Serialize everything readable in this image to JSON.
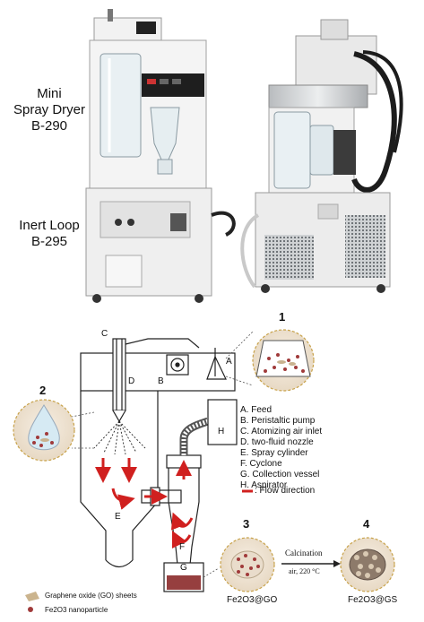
{
  "photo": {
    "dryer_label": [
      "Mini",
      "Spray Dryer",
      "B-290"
    ],
    "loop_label": [
      "Inert Loop",
      "B-295"
    ]
  },
  "diagram": {
    "part_letters": [
      "A",
      "B",
      "C",
      "D",
      "E",
      "F",
      "G",
      "H"
    ],
    "legend": [
      "A.  Feed",
      "B.  Peristaltic pump",
      "C. Atomizing air inlet",
      "D. two-fluid nozzle",
      "E.  Spray cylinder",
      "F.  Cyclone",
      "G. Collection vessel",
      "H. Aspirator",
      ": Flow direction"
    ],
    "insets": [
      "1",
      "2",
      "3",
      "4"
    ],
    "calcination": "Calcination",
    "calcination_cond": "air, 220 °C",
    "product_left": "Fe2O3@GO",
    "product_right": "Fe2O3@GS",
    "key": [
      "Graphene oxide (GO) sheets",
      "Fe2O3 nanoparticle"
    ]
  },
  "colors": {
    "arrow": "#d0201f",
    "particle": "#a03a3a",
    "inset_border": "#c8a24a"
  }
}
